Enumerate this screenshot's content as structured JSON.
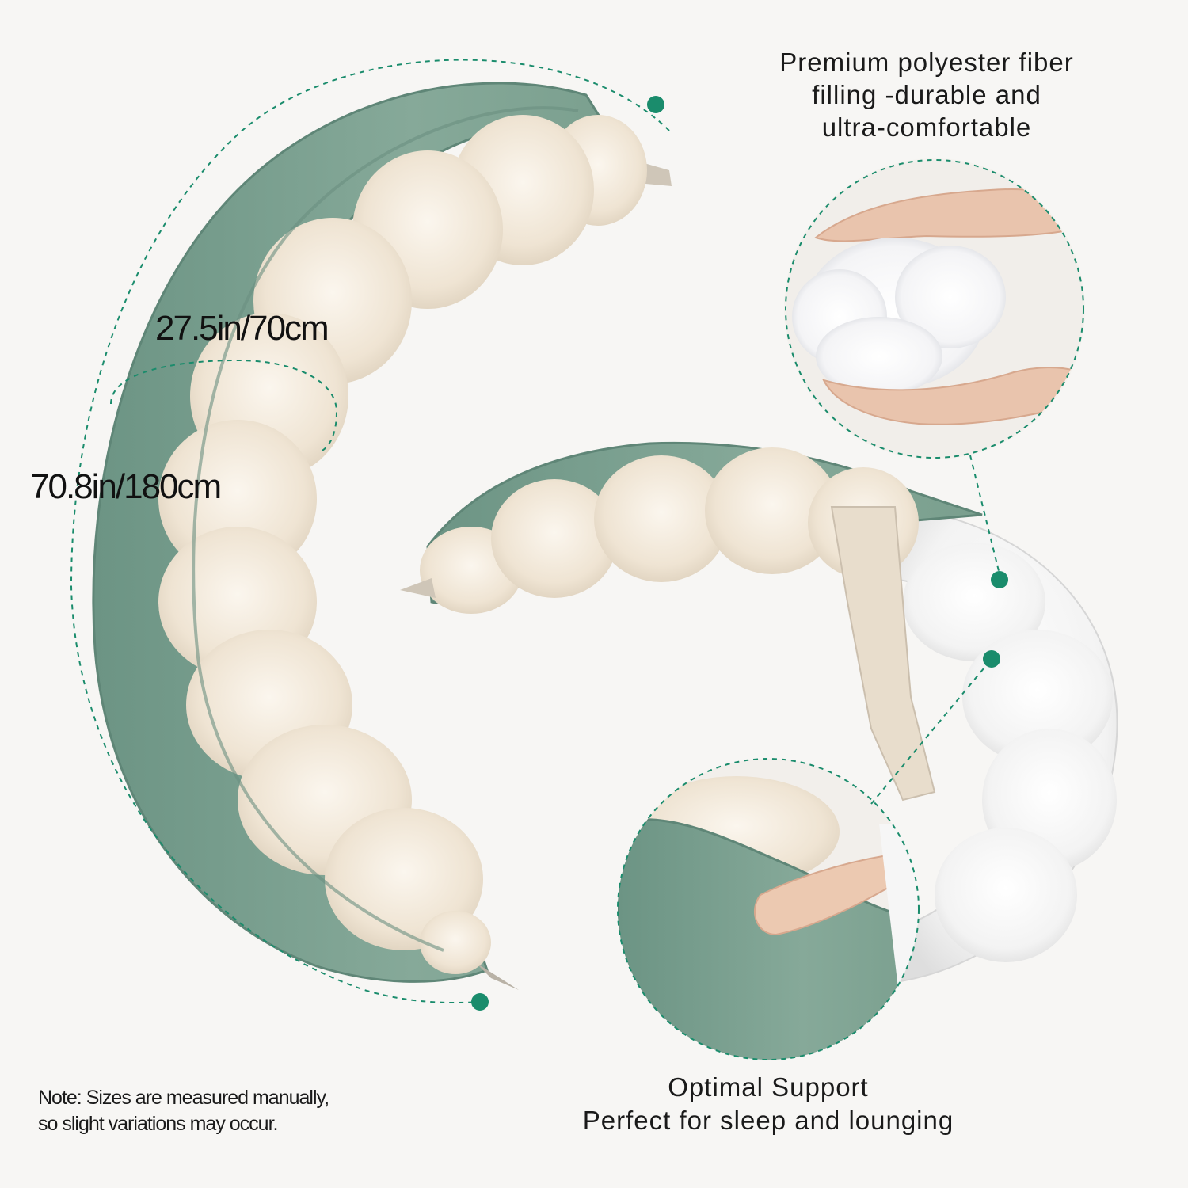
{
  "captions": {
    "filling": [
      "Premium polyester fiber",
      "filling -durable and",
      "ultra-comfortable"
    ],
    "support": [
      "Optimal Support",
      "Perfect for sleep and lounging"
    ]
  },
  "dimensions": {
    "circumference": "27.5in/70cm",
    "length": "70.8in/180cm"
  },
  "note": [
    "Note: Sizes are measured manually,",
    "so slight variations may occur."
  ],
  "colors": {
    "accent": "#1a8c6c",
    "cover_green": "#7fa392",
    "cover_cream": "#efe5d6",
    "insert_white": "#f8f8f8",
    "background": "#f7f6f4"
  }
}
